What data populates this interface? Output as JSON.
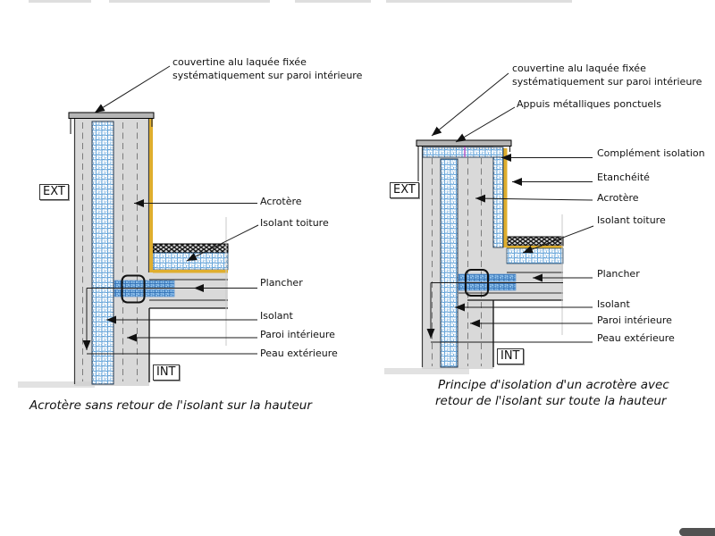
{
  "left": {
    "labels": {
      "couvertine_line1": "couvertine alu laquée fixée",
      "couvertine_line2": "systématiquement sur paroi intérieure",
      "acrotere": "Acrotère",
      "isolant_toiture": "Isolant toiture",
      "plancher": "Plancher",
      "isolant": "Isolant",
      "paroi_interieure": "Paroi intérieure",
      "peau_exterieure": "Peau extérieure"
    },
    "zones": {
      "ext": "EXT",
      "int": "INT"
    },
    "caption": "Acrotère sans retour de l'isolant sur la hauteur"
  },
  "right": {
    "labels": {
      "couvertine_line1": "couvertine alu laquée fixée",
      "couvertine_line2": "systématiquement sur paroi intérieure",
      "appuis": "Appuis métalliques ponctuels",
      "complement": "Complément isolation",
      "etancheite": "Etanchéité",
      "acrotere": "Acrotère",
      "isolant_toiture": "Isolant toiture",
      "plancher": "Plancher",
      "isolant": "Isolant",
      "paroi_interieure": "Paroi intérieure",
      "peau_exterieure": "Peau extérieure"
    },
    "zones": {
      "ext": "EXT",
      "int": "INT"
    },
    "caption_line1": "Principe d'isolation d'un acrotère avec",
    "caption_line2": "retour de l'isolant sur toute la hauteur"
  },
  "colors": {
    "wall_gray": "#d9d9d9",
    "coping_gray": "#b5b5b5",
    "insulation_blue": "#4f97d4",
    "thermal_break_blue": "#2e6fb5",
    "sealing_yellow": "#dfae2e",
    "line_black": "#1a1a1a",
    "magenta_support": "#b84fc0"
  }
}
